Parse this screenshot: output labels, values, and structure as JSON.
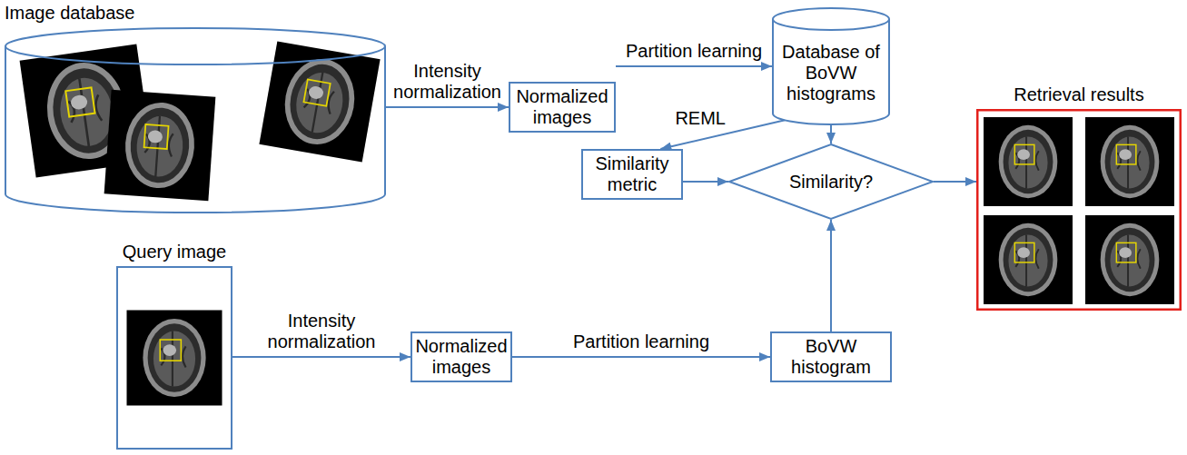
{
  "diagram": {
    "nodes": [
      {
        "text": [
          "Image database"
        ]
      },
      {
        "text": [
          "Normalized images"
        ]
      },
      {
        "text": [
          "Database of BoVW histograms"
        ]
      },
      {
        "text": [
          "Similarity metric"
        ]
      },
      {
        "text": [
          "Similarity?"
        ]
      },
      {
        "text": [
          "Retrieval results"
        ]
      },
      {
        "text": [
          "Query image"
        ]
      },
      {
        "text": [
          "Normalized images"
        ]
      },
      {
        "text": [
          "BoVW histogram"
        ]
      }
    ],
    "edges": [
      {
        "from": 0,
        "to": 1,
        "arrow": "to",
        "label": "Intensity normalization"
      },
      {
        "from": 1,
        "to": 2,
        "arrow": "to",
        "label": "Partition learning"
      },
      {
        "from": 2,
        "to": 3,
        "arrow": "to",
        "label": "REML"
      },
      {
        "from": 2,
        "to": 4,
        "arrow": "to"
      },
      {
        "from": 3,
        "to": 4,
        "arrow": "to"
      },
      {
        "from": 4,
        "to": 5,
        "arrow": "to"
      },
      {
        "from": 6,
        "to": 7,
        "arrow": "to",
        "label": "Intensity normalization"
      },
      {
        "from": 7,
        "to": 8,
        "arrow": "to",
        "label": "Partition learning"
      },
      {
        "from": 8,
        "to": 4,
        "arrow": "to"
      }
    ]
  }
}
